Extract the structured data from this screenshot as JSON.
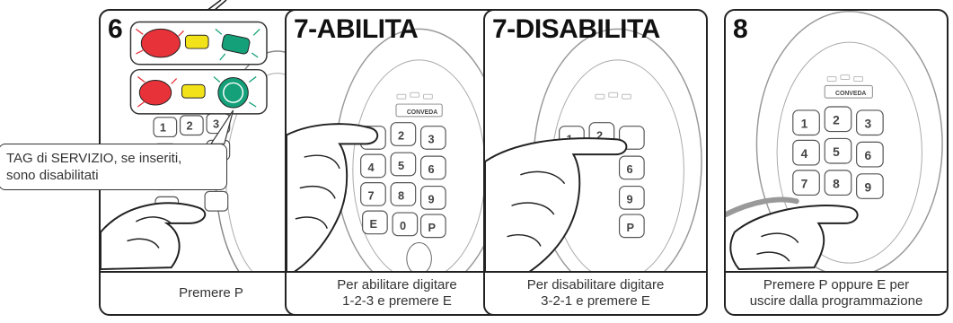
{
  "panels": [
    {
      "id": "step6",
      "title": "6",
      "caption": "Premere P"
    },
    {
      "id": "step7-abilita",
      "title": "7-ABILITA",
      "caption": "Per abilitare digitare\n1-2-3 e premere E"
    },
    {
      "id": "step7-disabilita",
      "title": "7-DISABILITA",
      "caption": "Per disabilitare digitare\n3-2-1 e premere E"
    },
    {
      "id": "step8",
      "title": "8",
      "caption": "Premere P oppure E per\nuscire dalla programmazione"
    }
  ],
  "callout": {
    "text": "TAG di SERVIZIO, se inseriti,\nsono disabilitati"
  },
  "keypad": {
    "keys": [
      "1",
      "2",
      "3",
      "4",
      "5",
      "6",
      "7",
      "8",
      "9",
      "E",
      "0",
      "P"
    ],
    "brand": "CONVEDA"
  },
  "leds": {
    "red": "#e8323a",
    "yellow": "#f2e21a",
    "green": "#14a079"
  }
}
